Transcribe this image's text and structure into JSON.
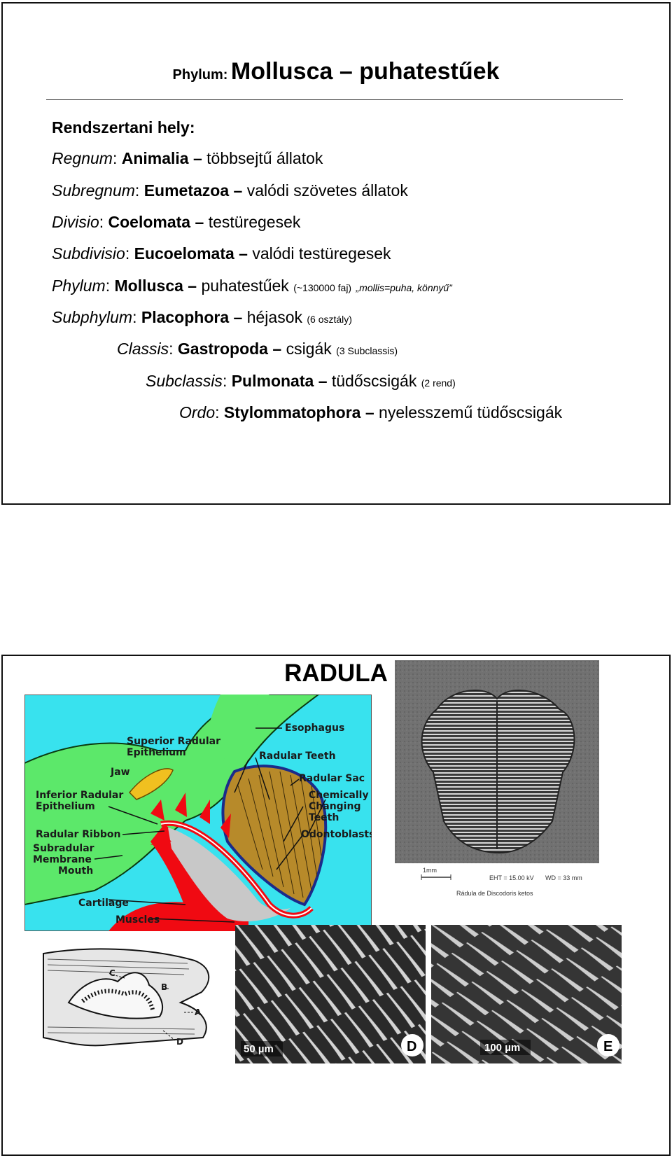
{
  "slide1": {
    "title_prefix": "Phylum:",
    "title_main": "Mollusca – puhatestűek",
    "heading": "Rendszertani hely:",
    "lines": [
      {
        "rank": "Regnum",
        "name": "Animalia",
        "desc": "többsejtű állatok",
        "note": ""
      },
      {
        "rank": "Subregnum",
        "name": "Eumetazoa",
        "desc": "valódi szövetes állatok",
        "note": ""
      },
      {
        "rank": "Divisio",
        "name": "Coelomata",
        "desc": "testüregesek",
        "note": ""
      },
      {
        "rank": "Subdivisio",
        "name": "Eucoelomata",
        "desc": "valódi testüregesek",
        "note": ""
      },
      {
        "rank": "Phylum",
        "name": "Mollusca",
        "desc": "puhatestűek",
        "note": "(~130000 faj)",
        "note_italic": "„mollis=puha, könnyű”"
      },
      {
        "rank": "Subphylum",
        "name": "Placophora",
        "desc": "héjasok",
        "note": "(6 osztály)"
      },
      {
        "rank": "Classis",
        "name": "Gastropoda",
        "desc": "csigák",
        "note": "(3 Subclassis)"
      },
      {
        "rank": "Subclassis",
        "name": "Pulmonata",
        "desc": "tüdőscsigák",
        "note": "(2 rend)"
      },
      {
        "rank": "Ordo",
        "name": "Stylommatophora",
        "desc": "nyelesszemű tüdőscsigák",
        "note": ""
      }
    ]
  },
  "slide2": {
    "title": "RADULA",
    "diagram_labels": {
      "esophagus": "Esophagus",
      "superior_radular": "Superior Radular",
      "epithelium": "Epithelium",
      "radular_teeth": "Radular Teeth",
      "jaw": "Jaw",
      "radular_sac": "Radular Sac",
      "inferior_radular": "Inferior Radular",
      "epithelium2": "Epithelium",
      "chemically": "Chemically",
      "changing": "Changing",
      "teeth": "Teeth",
      "radular_ribbon": "Radular Ribbon",
      "odontoblasts": "Odontoblasts",
      "subradular": "Subradular",
      "membrane": "Membrane",
      "mouth": "Mouth",
      "cartilage": "Cartilage",
      "muscles": "Muscles"
    },
    "sem_top": {
      "scale": "1mm",
      "eht": "EHT = 15.00 kV",
      "wd": "WD =  33 mm",
      "caption": "Rádula de Discodoris ketos"
    },
    "line_drawing_labels": {
      "a": "A",
      "b": "B",
      "c": "C",
      "d": "D"
    },
    "sem_d": {
      "scale": "50 µm",
      "letter": "D"
    },
    "sem_e": {
      "scale": "100 µm",
      "letter": "E"
    }
  },
  "colors": {
    "diagram_bg": "#38e2ee",
    "green": "#5ce86a",
    "red": "#f00a12",
    "teeth_brown": "#b78a2a",
    "jaw_yellow": "#f0c020",
    "cartilage_gray": "#c8c8c8"
  }
}
